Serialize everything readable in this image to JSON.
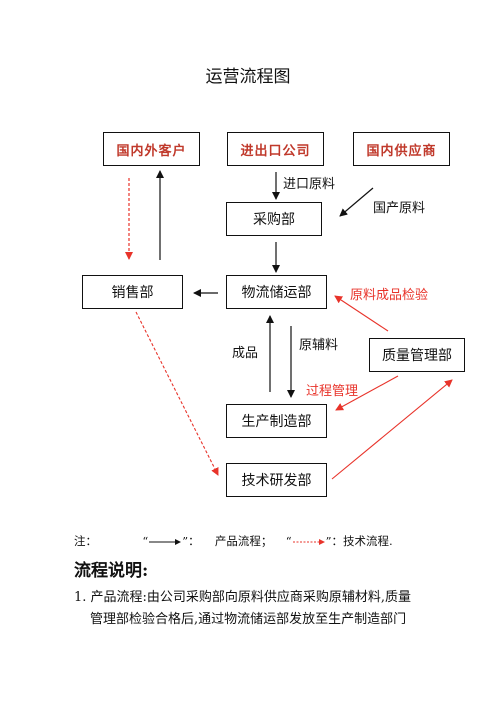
{
  "title": "运营流程图",
  "boxes": {
    "domestic_customer": "国内外客户",
    "import_export": "进出口公司",
    "domestic_supplier": "国内供应商",
    "purchasing": "采购部",
    "sales": "销售部",
    "logistics": "物流储运部",
    "quality": "质量管理部",
    "production": "生产制造部",
    "rnd": "技术研发部"
  },
  "labels": {
    "imported_material": "进口原料",
    "domestic_material": "国产原料",
    "material_product_inspection": "原料成品检验",
    "finished_goods": "成品",
    "raw_auxiliary": "原辅料",
    "process_management": "过程管理"
  },
  "legend": {
    "prefix": "注：",
    "q1": "“",
    "q1_end": "”：",
    "product_flow": "产品流程；",
    "q2": "“",
    "q2_end": "”：",
    "tech_flow": "技术流程."
  },
  "colors": {
    "red": "#e8332a",
    "black": "#111111"
  },
  "description": {
    "heading": "流程说明:",
    "line1": "1. 产品流程:由公司采购部向原料供应商采购原辅材料,质量",
    "line2": "管理部检验合格后,通过物流储运部发放至生产制造部门"
  }
}
